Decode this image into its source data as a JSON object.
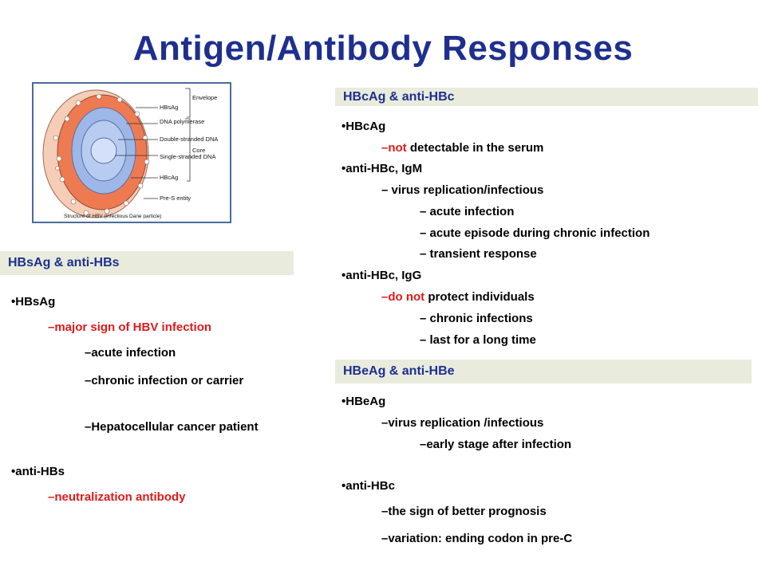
{
  "slide": {
    "title": "Antigen/Antibody Responses",
    "diagram": {
      "labels": {
        "hbsag": "HBsAg",
        "dna_polymerase": "DNA polymerase",
        "double_stranded": "Double-stranded DNA",
        "single_stranded": "Single-stranded DNA",
        "hbcag": "HBcAg",
        "pre_s": "Pre-S entity",
        "envelope": "Envelope",
        "core": "Core"
      },
      "caption": "Structure of HBV (infectious Dane particle)"
    },
    "hbs": {
      "header": "HBsAg   & anti-HBs",
      "items": [
        "•HBsAg",
        "–major sign of HBV infection",
        "–acute infection",
        "–chronic infection or carrier",
        "–Hepatocellular cancer patient",
        "•anti-HBs",
        "–neutralization antibody"
      ]
    },
    "hbc": {
      "header": "HBcAg   & anti-HBc",
      "hbcag_bullet": "•HBcAg",
      "not_dash": "–not",
      "not_rest": " detectable in the serum",
      "igm_bullet": "•anti-HBc, IgM",
      "igm_line": "– virus replication/infectious",
      "acute": "– acute infection",
      "acute_episode": "– acute episode during chronic infection",
      "transient": "– transient response",
      "igg_bullet": "•anti-HBc, IgG",
      "do_not_dash": "–do not",
      "do_not_rest": " protect individuals",
      "chronic": "– chronic infections",
      "last": "– last for a long time"
    },
    "hbe": {
      "header": "HBeAg   & anti-HBe",
      "hbeag_bullet": "•HBeAg",
      "replication": "–virus replication /infectious",
      "early": "–early stage after infection",
      "anti_bullet": "•anti-HBc",
      "prognosis": "–the sign of better prognosis",
      "variation": "–variation: ending codon in pre-C"
    },
    "colors": {
      "title": "#1f2f8f",
      "accent_red": "#e01a1a",
      "header_bg": "#e9ecdc"
    }
  }
}
